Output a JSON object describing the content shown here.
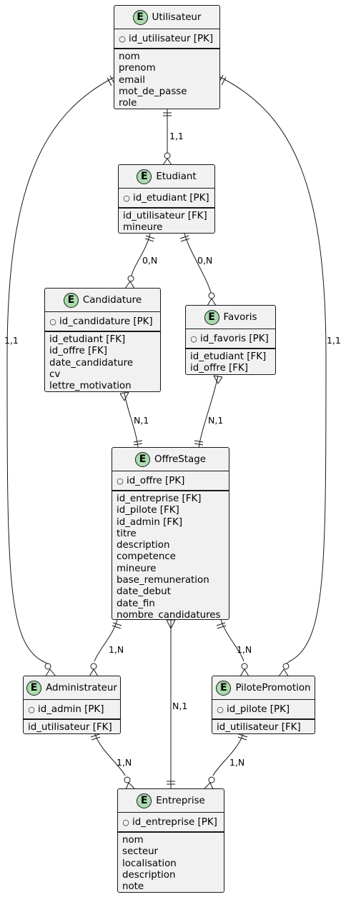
{
  "entities": {
    "utilisateur": {
      "name": "Utilisateur",
      "badge": "E",
      "pk": "id_utilisateur [PK]",
      "attrs": [
        "nom",
        "prenom",
        "email",
        "mot_de_passe",
        "role"
      ]
    },
    "etudiant": {
      "name": "Etudiant",
      "badge": "E",
      "pk": "id_etudiant [PK]",
      "attrs": [
        "id_utilisateur [FK]",
        "mineure"
      ]
    },
    "candidature": {
      "name": "Candidature",
      "badge": "E",
      "pk": "id_candidature [PK]",
      "attrs": [
        "id_etudiant [FK]",
        "id_offre [FK]",
        "date_candidature",
        "cv",
        "lettre_motivation"
      ]
    },
    "favoris": {
      "name": "Favoris",
      "badge": "E",
      "pk": "id_favoris [PK]",
      "attrs": [
        "id_etudiant [FK]",
        "id_offre [FK]"
      ]
    },
    "offrestage": {
      "name": "OffreStage",
      "badge": "E",
      "pk": "id_offre [PK]",
      "attrs": [
        "id_entreprise [FK]",
        "id_pilote [FK]",
        "id_admin [FK]",
        "titre",
        "description",
        "competence",
        "mineure",
        "base_remuneration",
        "date_debut",
        "date_fin",
        "nombre_candidatures"
      ]
    },
    "administrateur": {
      "name": "Administrateur",
      "badge": "E",
      "pk": "id_admin [PK]",
      "attrs": [
        "id_utilisateur [FK]"
      ]
    },
    "pilotepromotion": {
      "name": "PilotePromotion",
      "badge": "E",
      "pk": "id_pilote [PK]",
      "attrs": [
        "id_utilisateur [FK]"
      ]
    },
    "entreprise": {
      "name": "Entreprise",
      "badge": "E",
      "pk": "id_entreprise [PK]",
      "attrs": [
        "nom",
        "secteur",
        "localisation",
        "description",
        "note"
      ]
    }
  },
  "relationships": {
    "utilisateur_etudiant": {
      "label": "1,1"
    },
    "utilisateur_administrateur": {
      "label": "1,1"
    },
    "utilisateur_pilote": {
      "label": "1,1"
    },
    "etudiant_candidature": {
      "label": "0,N"
    },
    "etudiant_favoris": {
      "label": "0,N"
    },
    "candidature_offre": {
      "label": "N,1"
    },
    "favoris_offre": {
      "label": "N,1"
    },
    "offre_administrateur": {
      "label": "1,N"
    },
    "offre_pilote": {
      "label": "1,N"
    },
    "offre_entreprise": {
      "label": "N,1"
    },
    "administrateur_entreprise": {
      "label": "1,N"
    },
    "pilote_entreprise": {
      "label": "1,N"
    }
  }
}
